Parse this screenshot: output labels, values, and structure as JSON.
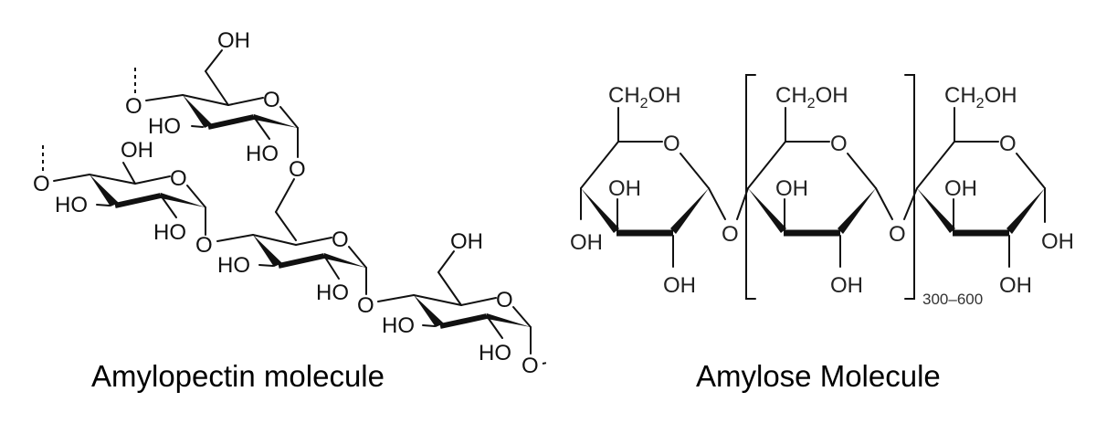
{
  "figure": {
    "panels": [
      {
        "id": "amylopectin",
        "caption": "Amylopectin molecule",
        "description": "Branched glucose polymer with alpha(1-4) and alpha(1-6) glycosidic linkages, drawn as four chair-style glucopyranose rings",
        "rings": [
          {
            "label": "top-ring",
            "substituents": [
              "OH",
              "HO",
              "HO",
              "O"
            ]
          },
          {
            "label": "left-ring",
            "substituents": [
              "OH",
              "HO",
              "HO",
              "O"
            ]
          },
          {
            "label": "middle-ring",
            "substituents": [
              "HO",
              "HO",
              "O"
            ]
          },
          {
            "label": "right-ring",
            "substituents": [
              "OH",
              "HO",
              "HO",
              "O"
            ]
          }
        ],
        "labels": {
          "oh": "OH",
          "ho": "HO",
          "o": "O"
        }
      },
      {
        "id": "amylose",
        "caption": "Amylose Molecule",
        "description": "Linear glucose polymer with alpha(1-4) glycosidic linkages, repeating unit in brackets",
        "rings": [
          {
            "label": "ring-1",
            "substituents": [
              "CH2OH",
              "OH",
              "OH",
              "OH"
            ]
          },
          {
            "label": "ring-2-repeat",
            "substituents": [
              "CH2OH",
              "OH",
              "OH"
            ]
          },
          {
            "label": "ring-3",
            "substituents": [
              "CH2OH",
              "OH",
              "OH",
              "OH"
            ]
          }
        ],
        "labels": {
          "ch2": "CH",
          "sub2": "2",
          "oh_tail": "OH",
          "oh": "OH",
          "o": "O"
        },
        "repeat_count": "300–600"
      }
    ]
  }
}
